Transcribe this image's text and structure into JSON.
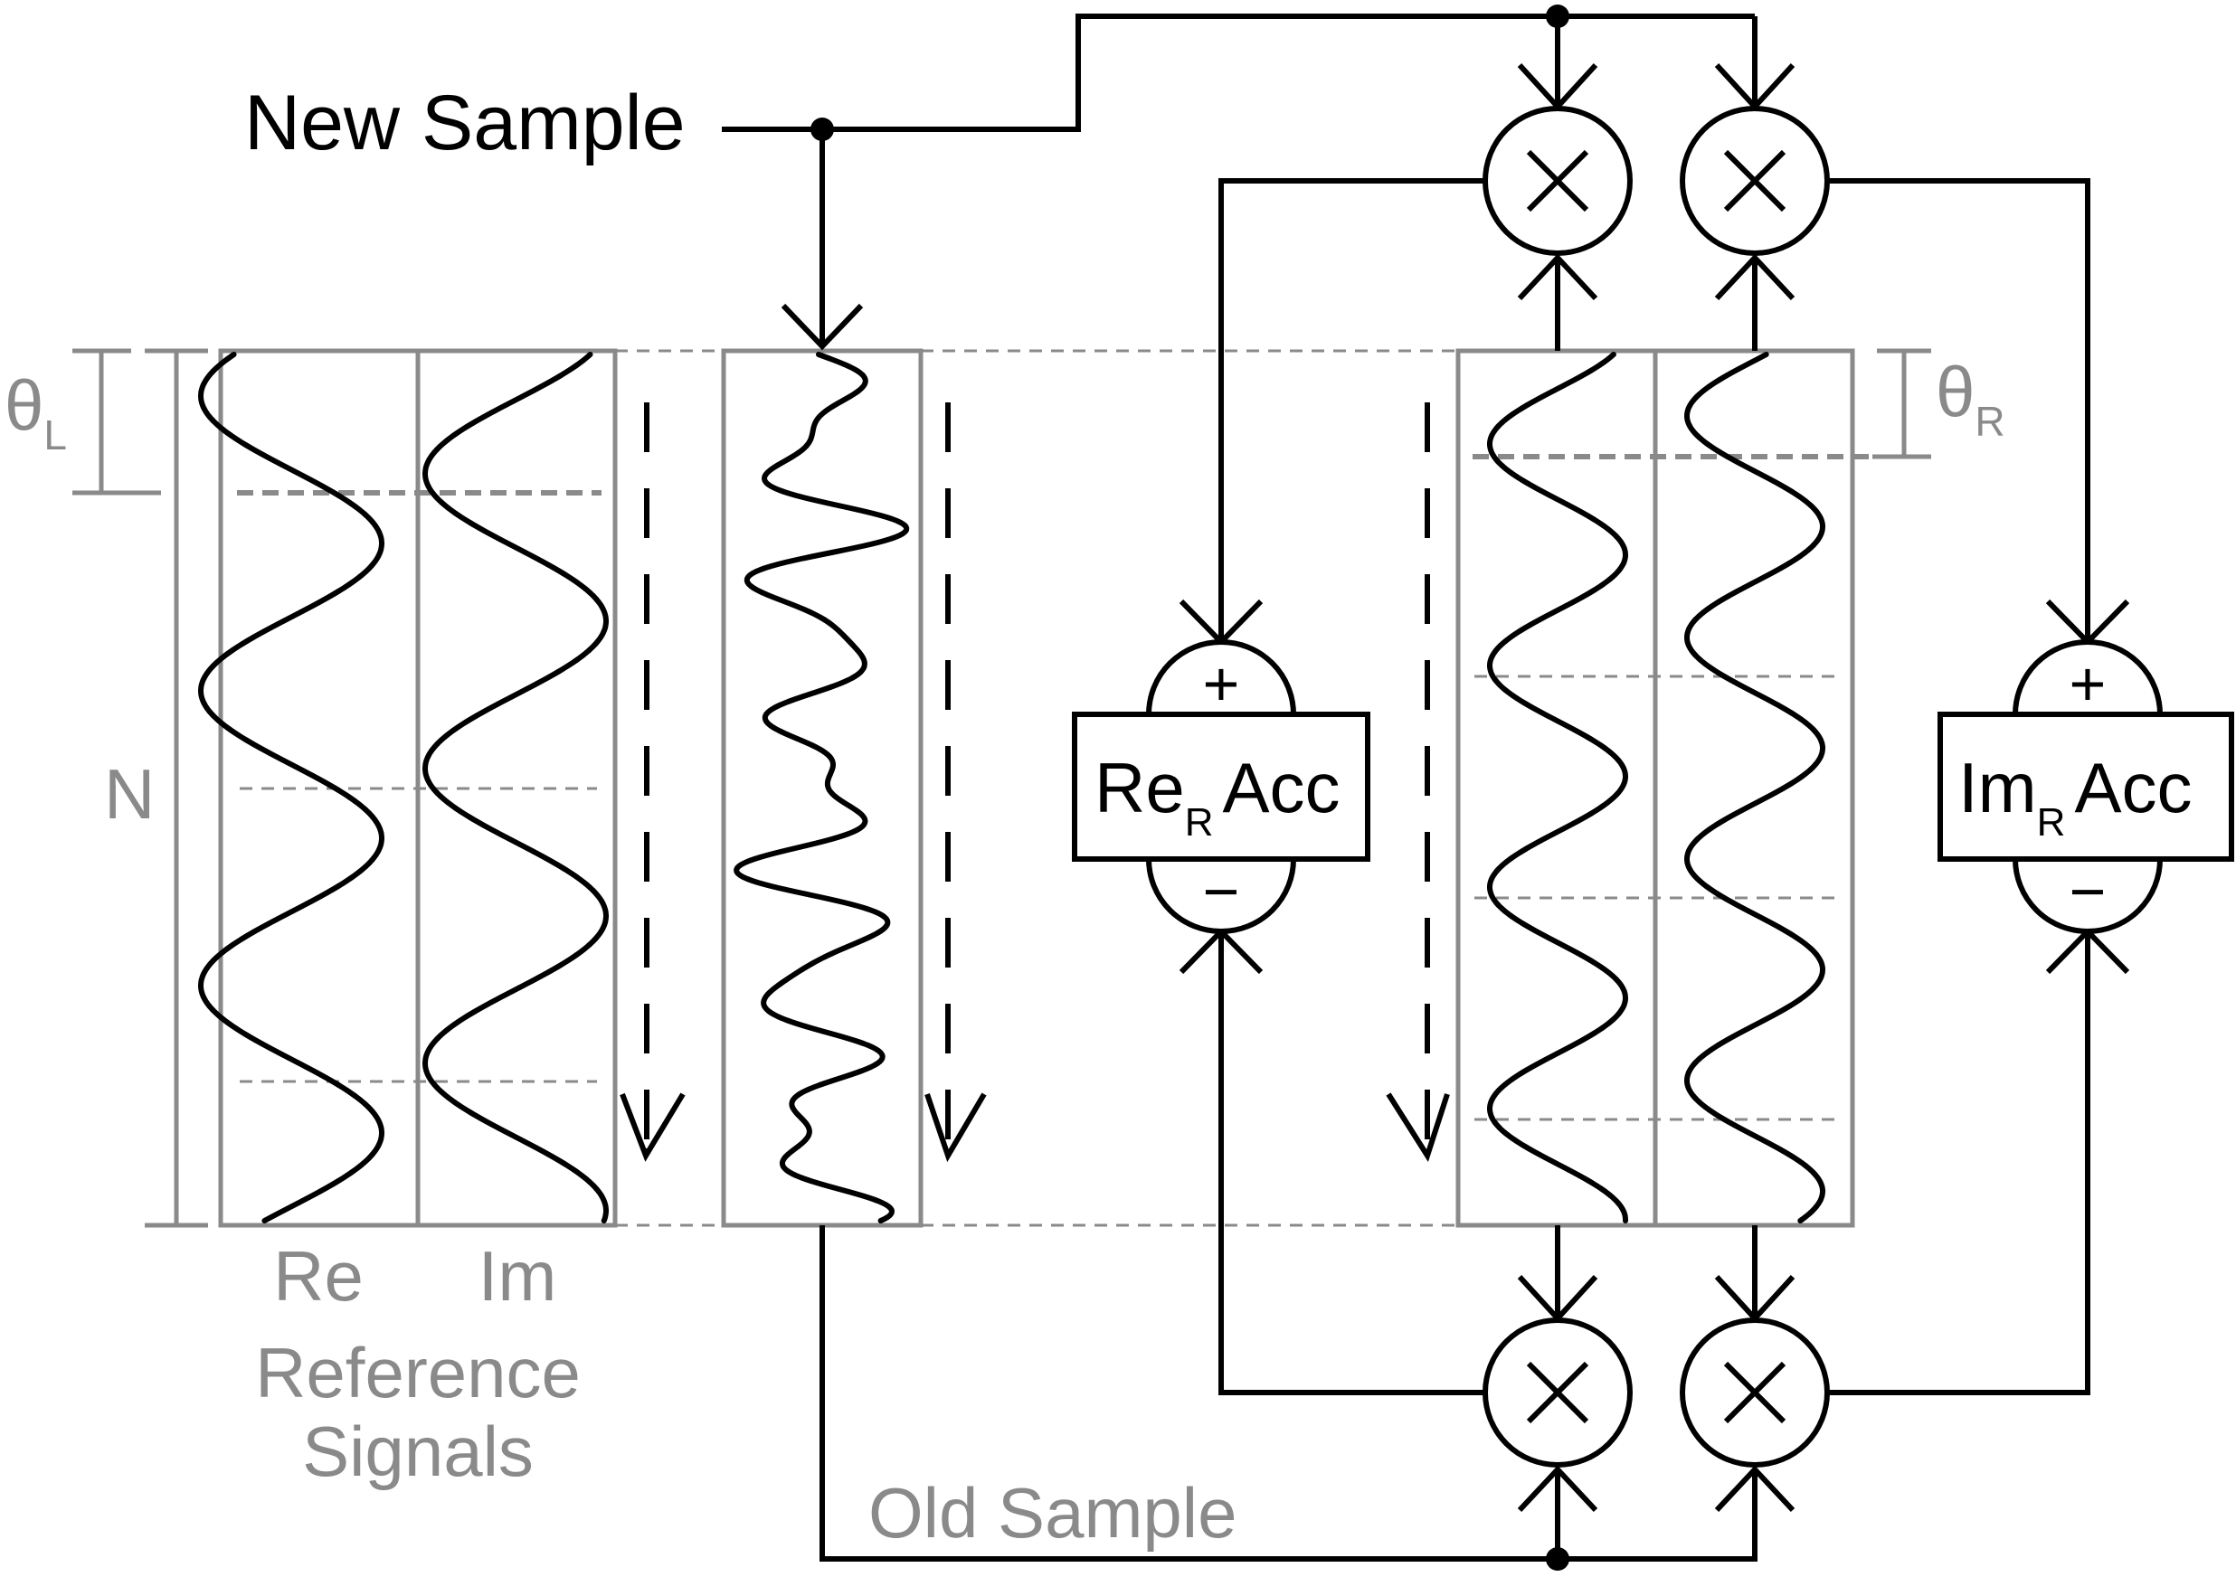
{
  "labels": {
    "new_sample": "New Sample",
    "old_sample": "Old Sample",
    "n": "N",
    "theta": "θ",
    "theta_l_sub": "L",
    "theta_r_sub": "R",
    "ref_re": "Re",
    "ref_im": "Im",
    "ref_title_line1": "Reference",
    "ref_title_line2": "Signals",
    "re_acc_pre": "Re",
    "re_acc_sub": "R",
    "re_acc_post": "Acc",
    "im_acc_pre": "Im",
    "im_acc_sub": "R",
    "im_acc_post": "Acc",
    "plus": "+",
    "minus": "−"
  },
  "colors": {
    "line": "#000000",
    "frame": "#8a8a8a",
    "dash": "#8a8a8a"
  }
}
